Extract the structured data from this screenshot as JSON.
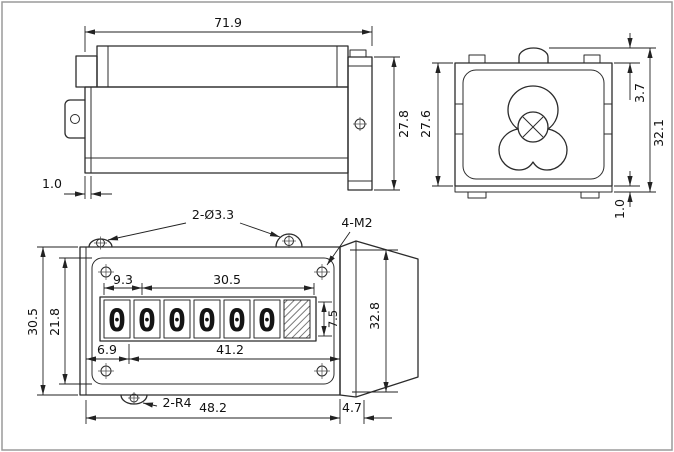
{
  "drawing_title": "mechanical-counter-dimension-drawing",
  "views": {
    "side": {
      "dims": {
        "overall_width": "71.9",
        "body_height": "27.8",
        "plate_thickness": "1.0"
      }
    },
    "end": {
      "dims": {
        "body_height": "27.6",
        "hook_offset": "3.7",
        "overall_height": "32.1",
        "foot_height": "1.0"
      }
    },
    "front": {
      "digits": [
        "0",
        "0",
        "0",
        "0",
        "0",
        "0"
      ],
      "dims": {
        "hole_callout": "2-Ø3.3",
        "screw_callout": "4-M2",
        "window_offset": "9.3",
        "window_width": "30.5",
        "body_height": "30.5",
        "inner_height": "21.8",
        "digit_height": "7.5",
        "edge_offset": "6.9",
        "face_width": "41.2",
        "plate_height": "32.8",
        "radius_callout": "2-R4",
        "overall_width": "48.2",
        "plate_width": "4.7"
      }
    }
  }
}
